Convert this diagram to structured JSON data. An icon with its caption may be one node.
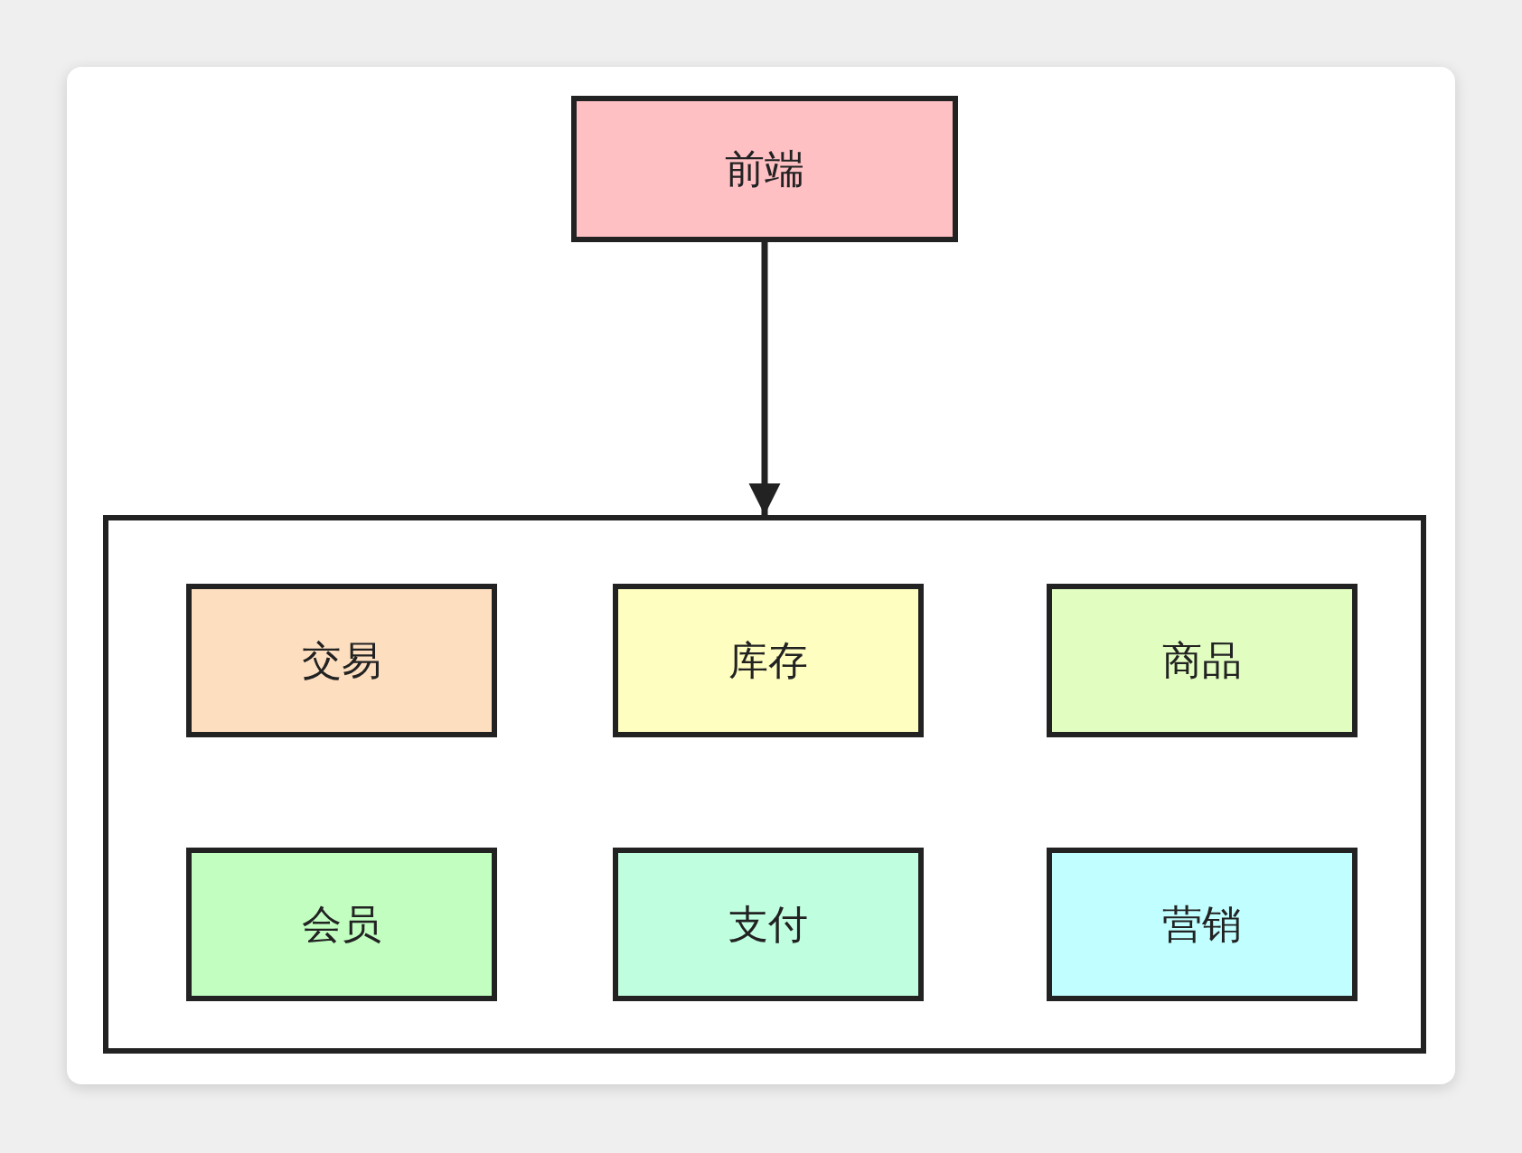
{
  "diagram": {
    "nodes": [
      {
        "text": [
          "前端"
        ]
      },
      {
        "text": [],
        "shape": "box"
      },
      {
        "text": [
          "交易"
        ],
        "in": 1
      },
      {
        "text": [
          "库存"
        ],
        "in": 1
      },
      {
        "text": [
          "商品"
        ],
        "in": 1
      },
      {
        "text": [
          "会员"
        ],
        "in": 1
      },
      {
        "text": [
          "支付"
        ],
        "in": 1
      },
      {
        "text": [
          "营销"
        ],
        "in": 1
      }
    ],
    "edges": [
      {
        "from": 0,
        "to": 1,
        "arrow": "to"
      }
    ]
  }
}
